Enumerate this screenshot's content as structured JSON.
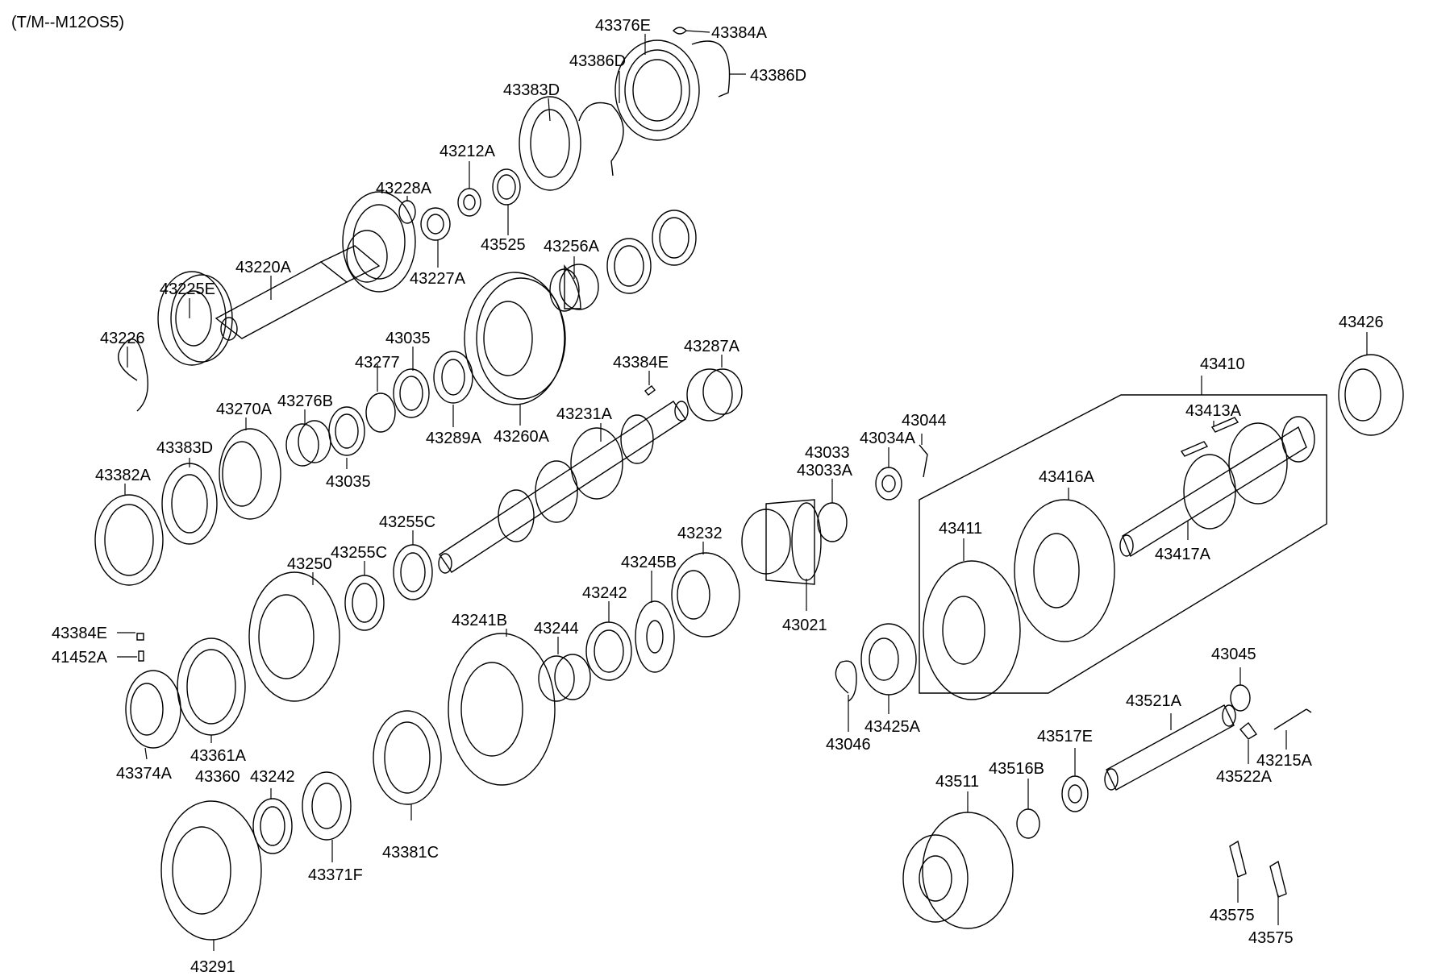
{
  "title": "(T/M--M12OS5)",
  "labels": [
    "43376E",
    "43384A",
    "43386D",
    "43386D",
    "43383D",
    "43212A",
    "43228A",
    "43525",
    "43227A",
    "43220A",
    "43225E",
    "43226",
    "43256A",
    "43035",
    "43277",
    "43276B",
    "43270A",
    "43035",
    "43289A",
    "43260A",
    "43384E",
    "43287A",
    "43231A",
    "43383D",
    "43382A",
    "43255C",
    "43255C",
    "43250",
    "43232",
    "43245B",
    "43242",
    "43244",
    "43241B",
    "43384E",
    "41452A",
    "43374A",
    "43361A",
    "43360",
    "43242",
    "43371F",
    "43381C",
    "43291",
    "43021",
    "43033",
    "43033A",
    "43034A",
    "43044",
    "43410",
    "43413A",
    "43426",
    "43416A",
    "43411",
    "43417A",
    "43425A",
    "43046",
    "43045",
    "43521A",
    "43517E",
    "43516B",
    "43511",
    "43215A",
    "43522A",
    "43575",
    "43575"
  ]
}
